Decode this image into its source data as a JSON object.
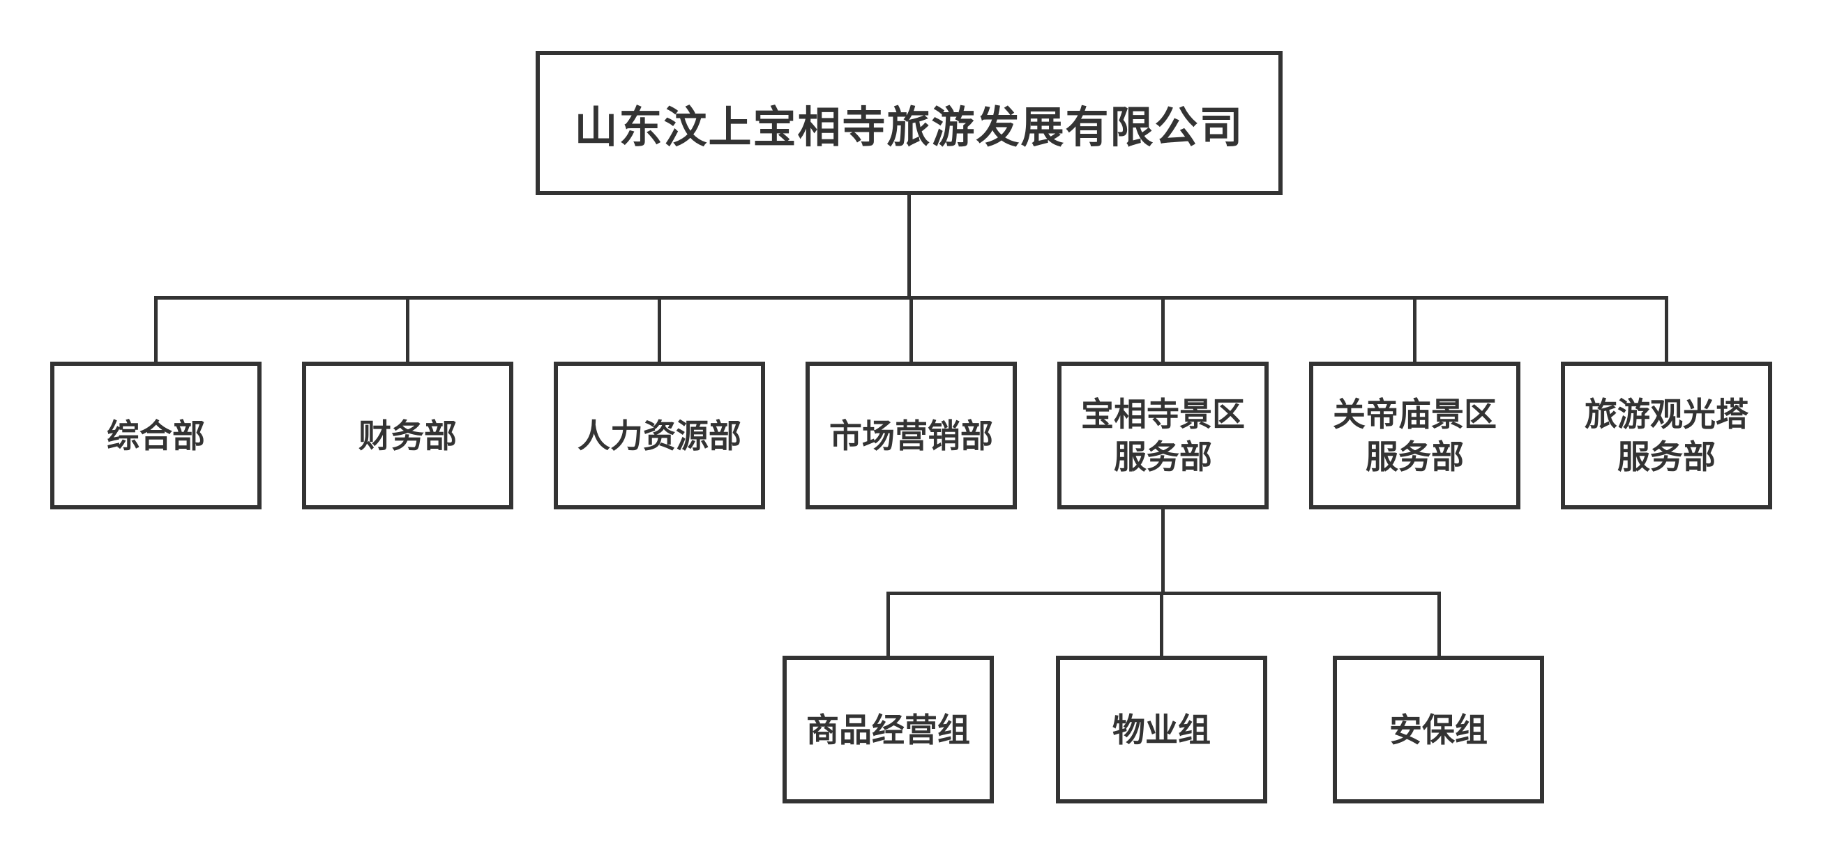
{
  "page": {
    "background_color": "#ffffff",
    "line_color": "#333333",
    "text_color": "#333333"
  },
  "org_chart": {
    "type": "organization-chart",
    "root": {
      "label": "山东汶上宝相寺旅游发展有限公司"
    },
    "level2": [
      {
        "label": "综合部"
      },
      {
        "label": "财务部"
      },
      {
        "label": "人力资源部"
      },
      {
        "label": "市场营销部"
      },
      {
        "label": "宝相寺景区服务部",
        "lines": [
          "宝相寺景区",
          "服务部"
        ]
      },
      {
        "label": "关帝庙景区服务部",
        "lines": [
          "关帝庙景区",
          "服务部"
        ]
      },
      {
        "label": "旅游观光塔服务部",
        "lines": [
          "旅游观光塔",
          "服务部"
        ]
      }
    ],
    "level3": {
      "parent": "宝相寺景区服务部",
      "nodes": [
        {
          "label": "商品经营组"
        },
        {
          "label": "物业组"
        },
        {
          "label": "安保组"
        }
      ]
    }
  }
}
